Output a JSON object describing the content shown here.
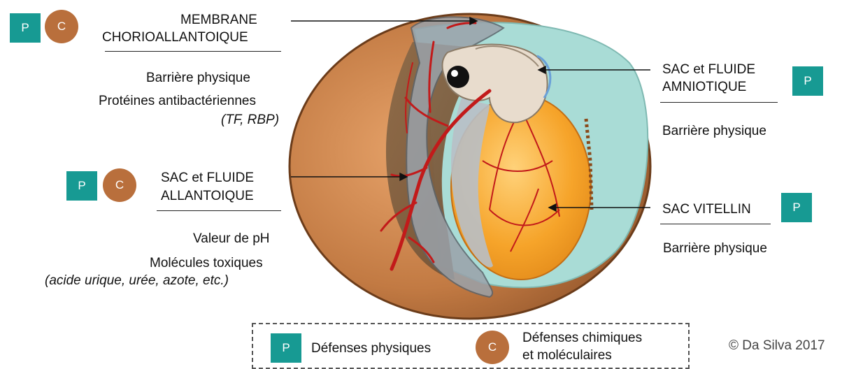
{
  "badges": {
    "p": "P",
    "c": "C"
  },
  "membrane": {
    "title_line1": "MEMBRANE",
    "title_line2": "CHORIOALLANTOIQUE",
    "lines": [
      "Barrière physique",
      "Protéines antibactériennes",
      "(TF, RBP)"
    ]
  },
  "allantoic": {
    "title_line1": "SAC et FLUIDE",
    "title_line2": "ALLANTOIQUE",
    "lines": [
      "Valeur de pH",
      "Molécules toxiques",
      "(acide urique, urée, azote, etc.)"
    ]
  },
  "amniotic": {
    "title_line1": "SAC et FLUIDE",
    "title_line2": "AMNIOTIQUE",
    "lines": [
      "Barrière physique"
    ]
  },
  "yolk": {
    "title": "SAC VITELLIN",
    "lines": [
      "Barrière physique"
    ]
  },
  "legend": {
    "physical": "Défenses physiques",
    "chemical_line1": "Défenses chimiques",
    "chemical_line2": "et moléculaires"
  },
  "copyright": "© Da Silva 2017",
  "colors": {
    "badge_p": "#179a93",
    "badge_c": "#b96f3c",
    "shell": "#c8824a",
    "yolk": "#f7a830",
    "vessels": "#c21a1a",
    "amniotic_fluid": "#a9dcd6"
  }
}
